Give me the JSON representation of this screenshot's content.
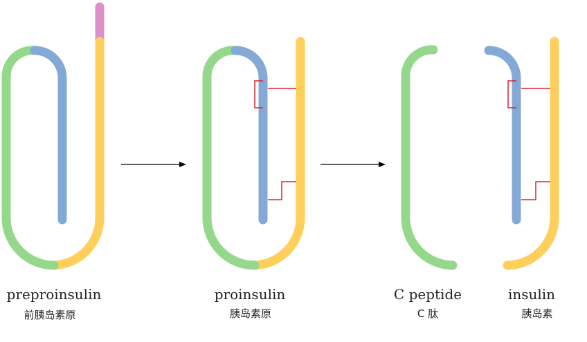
{
  "colors": {
    "signal_peptide": "#dd8fc9",
    "b_chain": "#ffcf5c",
    "c_peptide": "#95d88c",
    "a_chain": "#85a9d6",
    "disulfide": "#e0202e",
    "arrow": "#000000"
  },
  "labels": {
    "preproinsulin": {
      "en": "preproinsulin",
      "zh": "前胰岛素原"
    },
    "proinsulin": {
      "en": "proinsulin",
      "zh": "胰岛素原"
    },
    "c_peptide": {
      "en": "C peptide",
      "zh": "C 肽"
    },
    "insulin": {
      "en": "insulin",
      "zh": "胰岛素"
    }
  }
}
